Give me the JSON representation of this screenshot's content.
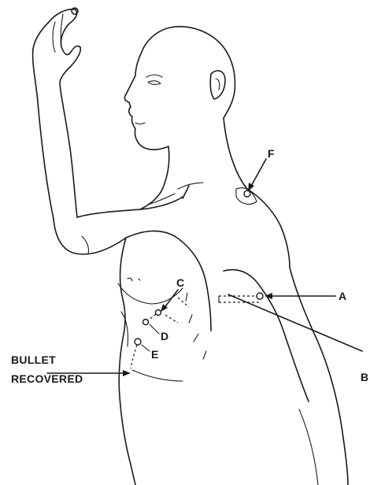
{
  "labels": {
    "a": "A",
    "b": "B",
    "c": "C",
    "d": "D",
    "e": "E",
    "f": "F"
  },
  "bullet_note": {
    "line1": "BULLET",
    "line2": "RECOVERED"
  },
  "colors": {
    "ink": "#1a1a1a",
    "background": "#ffffff"
  }
}
